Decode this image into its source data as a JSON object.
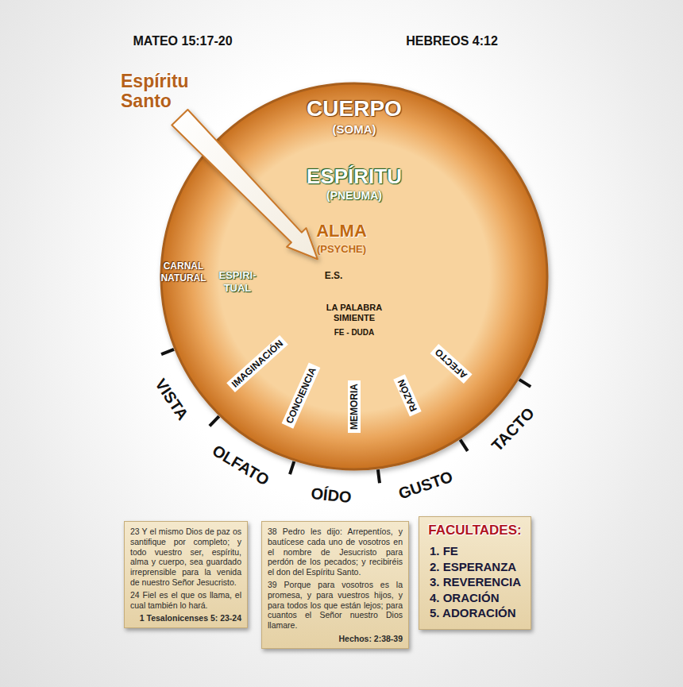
{
  "diagram": {
    "nodes": [
      {
        "text": [
          "Espíritu Santo"
        ]
      },
      {
        "text": [
          "CUERPO",
          "(SOMA)",
          "CARNAL NATURAL"
        ]
      },
      {
        "text": [
          "ESPÍRITU",
          "(PNEUMA)",
          "ESPIRI- TUAL"
        ],
        "in": 1
      },
      {
        "text": [
          "ALMA",
          "(PSYCHE)",
          "LA PALABRA SIMIENTE",
          "FE - DUDA"
        ],
        "in": 2
      },
      {
        "text": [
          "E.S."
        ],
        "in": 3
      },
      {
        "text": [
          "23 Y el mismo Dios de paz os santifique por completo; y todo vuestro ser, espíritu, alma y cuerpo, sea guardado irreprensible para la venida de nuestro Señor Jesucristo.",
          "24 Fiel es el que os llama, el cual también lo hará.",
          "1 Tesalonicenses 5: 23-24"
        ]
      },
      {
        "text": [
          "38 Pedro les dijo: Arrepentíos, y bautícese cada uno de vosotros en el nombre de Jesucristo para perdón de los pecados; y recibiréis el don del Espíritu Santo.",
          "39 Porque para vosotros es la promesa, y para vuestros hijos, y para todos los que están lejos; para cuantos el Señor nuestro Dios llamare.",
          "Hechos: 2:38-39"
        ]
      },
      {
        "text": [
          "FACULTADES:",
          "1. FE",
          "2. ESPERANZA",
          "3. REVERENCIA",
          "4. ORACIÓN",
          "5. ADORACIÓN"
        ]
      }
    ],
    "edges": [
      {
        "from": 0,
        "to": 4,
        "arrow": "to"
      }
    ],
    "labels": [
      "MATEO 15:17-20",
      "HEBREOS 4:12",
      "IMAGINACIÓN",
      "CONCIENCIA",
      "MEMORIA",
      "RAZÓN",
      "AFECTO",
      "VISTA",
      "OLFATO",
      "OÍDO",
      "GUSTO",
      "TACTO"
    ]
  }
}
